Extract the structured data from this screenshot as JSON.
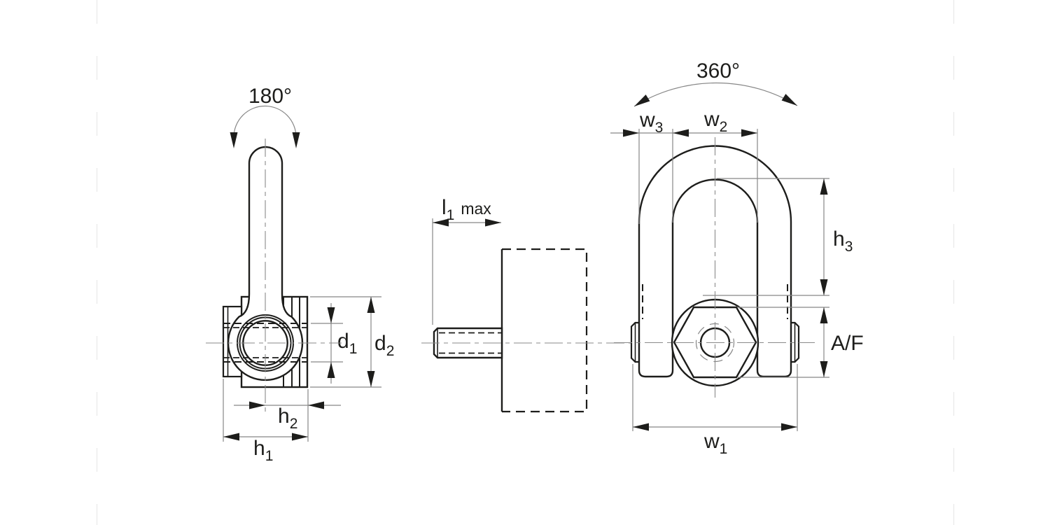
{
  "colors": {
    "background": "#ffffff",
    "line": "#1d1d1b",
    "dimension_line": "#878787",
    "centerline": "#8a8a8a"
  },
  "views": {
    "side": {
      "rotation_label": "180°",
      "dims": {
        "d1": {
          "base": "d",
          "sub": "1"
        },
        "d2": {
          "base": "d",
          "sub": "2"
        },
        "h1": {
          "base": "h",
          "sub": "1"
        },
        "h2": {
          "base": "h",
          "sub": "2"
        }
      }
    },
    "mounting": {
      "dims": {
        "l1": {
          "base": "l",
          "sub": "1",
          "suffix": "max"
        }
      }
    },
    "front": {
      "rotation_label": "360°",
      "dims": {
        "w1": {
          "base": "w",
          "sub": "1"
        },
        "w2": {
          "base": "w",
          "sub": "2"
        },
        "w3": {
          "base": "w",
          "sub": "3"
        },
        "h3": {
          "base": "h",
          "sub": "3"
        },
        "af": "A/F"
      }
    }
  }
}
